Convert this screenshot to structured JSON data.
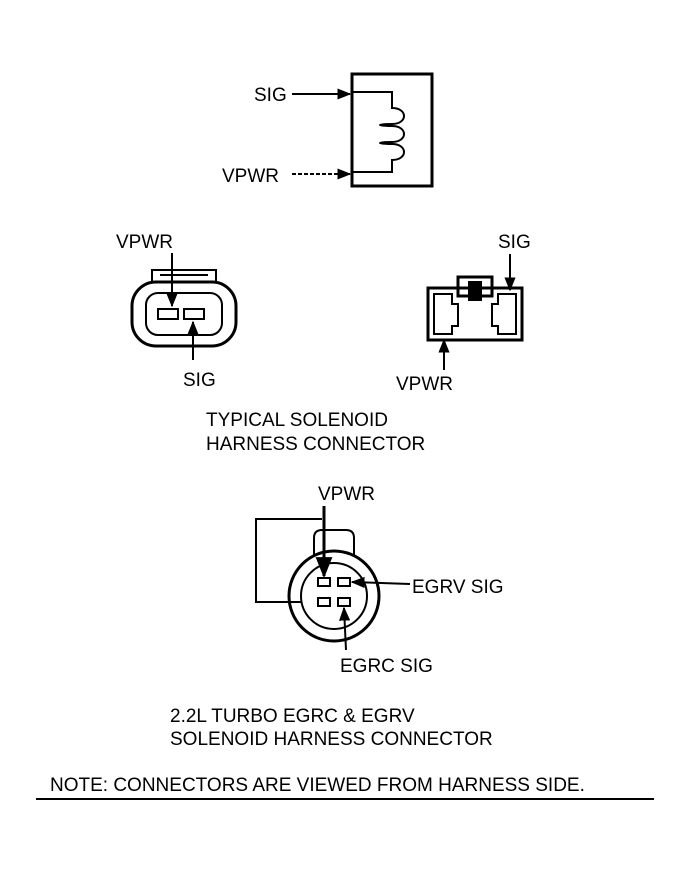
{
  "solenoid": {
    "sig": "SIG",
    "vpwr": "VPWR"
  },
  "typical": {
    "left_vpwr": "VPWR",
    "left_sig": "SIG",
    "right_sig": "SIG",
    "right_vpwr": "VPWR",
    "caption_line1": "TYPICAL SOLENOID",
    "caption_line2": "HARNESS CONNECTOR"
  },
  "turbo": {
    "vpwr": "VPWR",
    "egrv_sig": "EGRV SIG",
    "egrc_sig": "EGRC SIG",
    "caption_line1": "2.2L TURBO EGRC & EGRV",
    "caption_line2": "SOLENOID HARNESS CONNECTOR"
  },
  "note": "NOTE: CONNECTORS ARE VIEWED FROM HARNESS SIDE."
}
